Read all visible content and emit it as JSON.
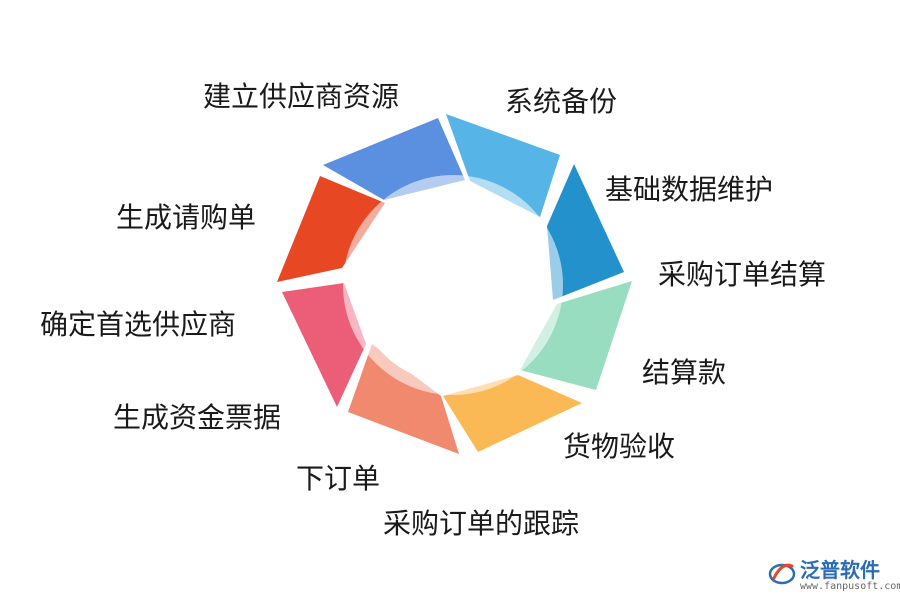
{
  "diagram": {
    "segments": [
      {
        "label": "建立供应商资源",
        "color": "#5b8fe0"
      },
      {
        "label": "系统备份",
        "color": "#56b4e6"
      },
      {
        "label": "基础数据维护",
        "color": "#2291cc"
      },
      {
        "label": "采购订单结算",
        "color": "#2291cc"
      },
      {
        "label": "结算款",
        "color": "#99ddc1"
      },
      {
        "label": "货物验收",
        "color": "#fbb955"
      },
      {
        "label": "采购订单的跟踪",
        "color": "#f0896e"
      },
      {
        "label": "下订单",
        "color": "#f0896e"
      },
      {
        "label": "生成资金票据",
        "color": "#ec5e78"
      },
      {
        "label": "确定首选供应商",
        "color": "#ec5e78"
      },
      {
        "label": "生成请购单",
        "color": "#e84724"
      }
    ]
  },
  "logo": {
    "name": "泛普软件",
    "url": "www.fanpusoft.com"
  }
}
